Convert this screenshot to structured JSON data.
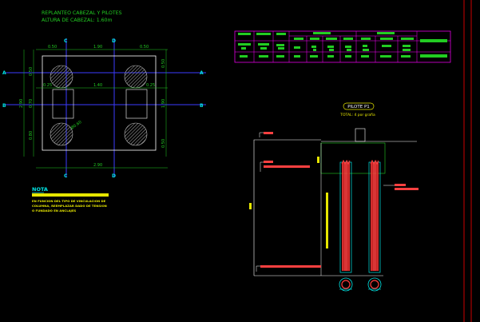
{
  "plan": {
    "title_line1": "REPLANTEO CABEZAL Y PILOTES",
    "title_line2": "ALTURA DE CABEZAL: 1.60m",
    "axis_labels": {
      "a": "A",
      "b": "B",
      "c": "C",
      "d": "D"
    },
    "dims_top": {
      "left": "0.50",
      "mid": "1.90",
      "right": "0.50"
    },
    "dims_inner": {
      "left": "0.25",
      "mid": "1.40",
      "right": "0.25"
    },
    "dims_left": {
      "top": "0.50",
      "mid": "0.70",
      "bottom": "0.80",
      "overall": "2.90"
    },
    "dims_right": {
      "top": "0.50",
      "mid": "1.90",
      "bottom": "0.50"
    },
    "dim_bottom": "2.90",
    "pile_diameter": "Ø0.60"
  },
  "nota": {
    "title": "NOTA",
    "lines": [
      "EN FUNCION DEL TIPO DE VINCULACION DE",
      "COLUMNA, REEMPLAZAR DADO DE TENSION",
      "O FUNDADO EN ANCLAJES"
    ]
  },
  "pile_detail": {
    "title": "PILOTE P1",
    "subtitle": "TOTAL: 4 por grafia"
  },
  "colors": {
    "background": "#000000",
    "axis_lines": "#3b3bff",
    "outline": "#ffffff",
    "green_text": "#22cc22",
    "table_border": "#ff00ff",
    "rebar": "#ff4040",
    "cyan": "#00e5e5",
    "yellow": "#e6e600",
    "right_frame": "#cc0000"
  }
}
